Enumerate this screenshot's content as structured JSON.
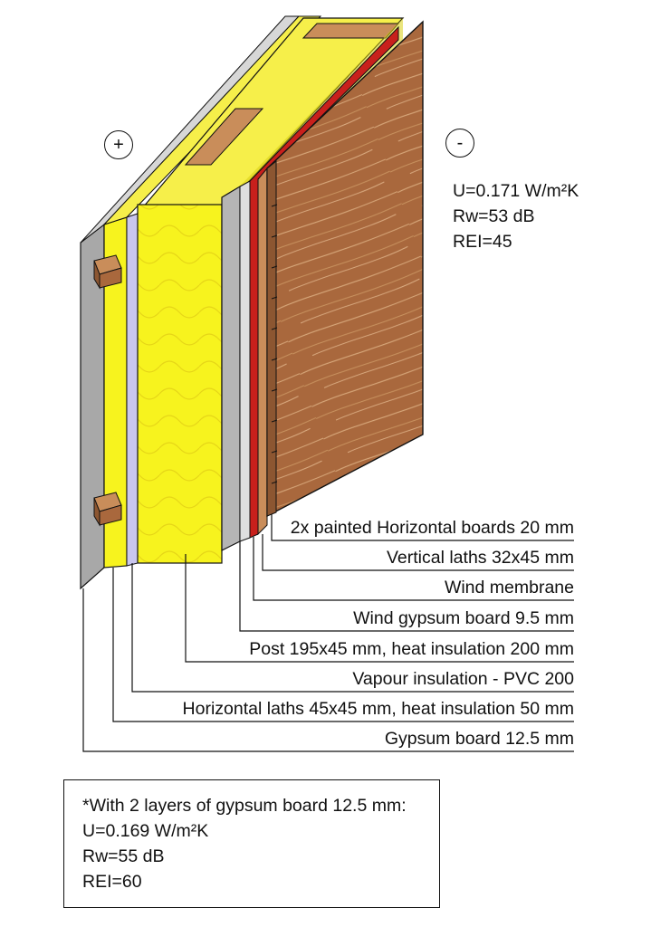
{
  "symbols": {
    "inside": "+",
    "outside": "-"
  },
  "properties": {
    "u_value": "U=0.171 W/m²K",
    "rw": "Rw=53 dB",
    "rei": "REI=45"
  },
  "layers": [
    {
      "label": "2x painted Horizontal boards 20 mm"
    },
    {
      "label": "Vertical laths 32x45 mm"
    },
    {
      "label": "Wind membrane"
    },
    {
      "label": "Wind gypsum board 9.5 mm"
    },
    {
      "label": "Post 195x45 mm, heat insulation 200 mm"
    },
    {
      "label": "Vapour insulation - PVC 200"
    },
    {
      "label": "Horizontal laths 45x45 mm, heat insulation 50 mm"
    },
    {
      "label": "Gypsum board 12.5 mm"
    }
  ],
  "note": {
    "heading": "*With 2 layers of gypsum board 12.5 mm:",
    "u_value": "U=0.169 W/m²K",
    "rw": "Rw=55 dB",
    "rei": "REI=60"
  },
  "colors": {
    "insulation": "#f7f31e",
    "insulation_dark": "#d9cf12",
    "wood": "#a9683d",
    "wood_light": "#c98d5a",
    "membrane": "#c8201c",
    "gypsum": "#a8a8a8",
    "vapour": "#c9c6ee"
  }
}
